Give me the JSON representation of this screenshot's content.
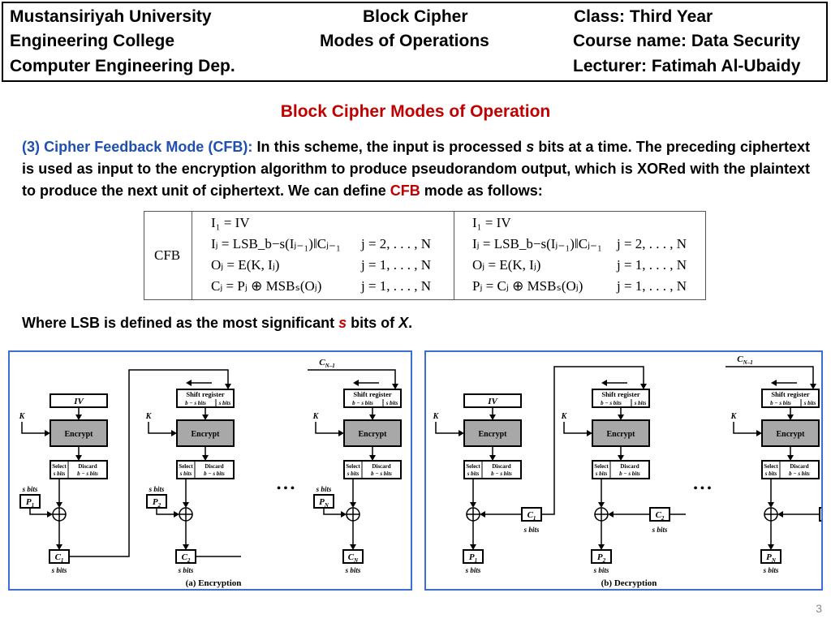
{
  "header": {
    "left": [
      "Mustansiriyah University",
      "Engineering College",
      "Computer Engineering Dep."
    ],
    "center": [
      "Block Cipher",
      "Modes of Operations"
    ],
    "right": [
      "Class: Third Year",
      "Course name: Data Security",
      "Lecturer: Fatimah Al-Ubaidy"
    ]
  },
  "page_title": "Block Cipher Modes of Operation",
  "paragraph": {
    "lead": "(3) Cipher Feedback Mode (CFB):",
    "t1": " In this scheme, the input is processed ",
    "s": "s",
    "t2": " bits at a time. The preceding ciphertext is used as input to the encryption algorithm to produce pseudorandom output, which is XORed with the plaintext to produce the next unit of ciphertext. We can define ",
    "cfb": "CFB",
    "t3": " mode as follows:"
  },
  "table": {
    "label": "CFB",
    "enc": [
      {
        "eq": "I₁ = IV",
        "range": ""
      },
      {
        "eq": "Iⱼ = LSB_b−s(Iⱼ₋₁)‖Cⱼ₋₁",
        "range": "j = 2, . . . , N"
      },
      {
        "eq": "Oⱼ = E(K, Iⱼ)",
        "range": "j = 1, . . . , N"
      },
      {
        "eq": "Cⱼ = Pⱼ ⊕ MSBₛ(Oⱼ)",
        "range": "j = 1, . . . , N"
      }
    ],
    "dec": [
      {
        "eq": "I₁ = IV",
        "range": ""
      },
      {
        "eq": "Iⱼ = LSB_b−s(Iⱼ₋₁)‖Cⱼ₋₁",
        "range": "j = 2, . . . , N"
      },
      {
        "eq": "Oⱼ = E(K, Iⱼ)",
        "range": "j = 1, . . . , N"
      },
      {
        "eq": "Pⱼ = Cⱼ ⊕ MSBₛ(Oⱼ)",
        "range": "j = 1, . . . , N"
      }
    ]
  },
  "where": {
    "t1": "Where LSB is defined as the most significant ",
    "s": "s",
    "t2": " bits of ",
    "x": "X",
    "t3": "."
  },
  "diagram": {
    "iv": "IV",
    "k": "K",
    "encrypt": "Encrypt",
    "shift1": "Shift register",
    "shift2": "b − s bits",
    "shift3": "s bits",
    "sel1": "Select",
    "sel2": "s bits",
    "disc1": "Discard",
    "disc2": "b − s bits",
    "sbits": "s bits",
    "cn1": "C",
    "enc_caption": "(a) Encryption",
    "dec_caption": "(b) Decryption",
    "stages": [
      {
        "p": "P",
        "sub": "1",
        "c": "C"
      },
      {
        "p": "P",
        "sub": "2",
        "c": "C"
      },
      {
        "p": "P",
        "sub": "N",
        "c": "C"
      }
    ],
    "cn1_sub": "N–1",
    "dots": "• • •"
  },
  "page_number": "3"
}
